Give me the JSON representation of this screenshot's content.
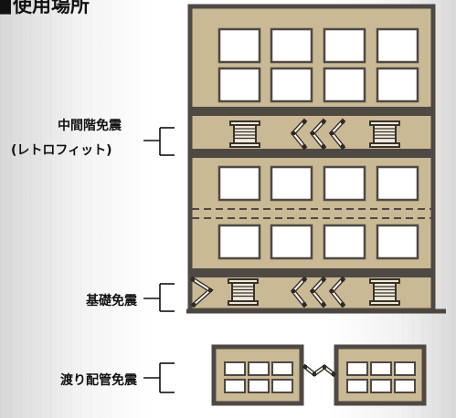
{
  "diagram": {
    "heading_mark": "■",
    "heading_text": "使用場所",
    "labels": {
      "mid_story_line1": "中間階免震",
      "mid_story_line2": "(レトロフィット)",
      "foundation": "基礎免震",
      "piping": "渡り配管免震"
    },
    "icons": {
      "isolator": "seismic-isolator-icon",
      "expansion_joint": "zigzag-joint-icon",
      "bracket": "bracket-icon"
    },
    "colors": {
      "building_fill": "#c9b995",
      "building_outline": "#4f4944",
      "window_fill": "#ffffff",
      "isolator_fill": "#ede8d8",
      "isolator_outline": "#38312b",
      "ground_line": "#4c4641"
    }
  }
}
